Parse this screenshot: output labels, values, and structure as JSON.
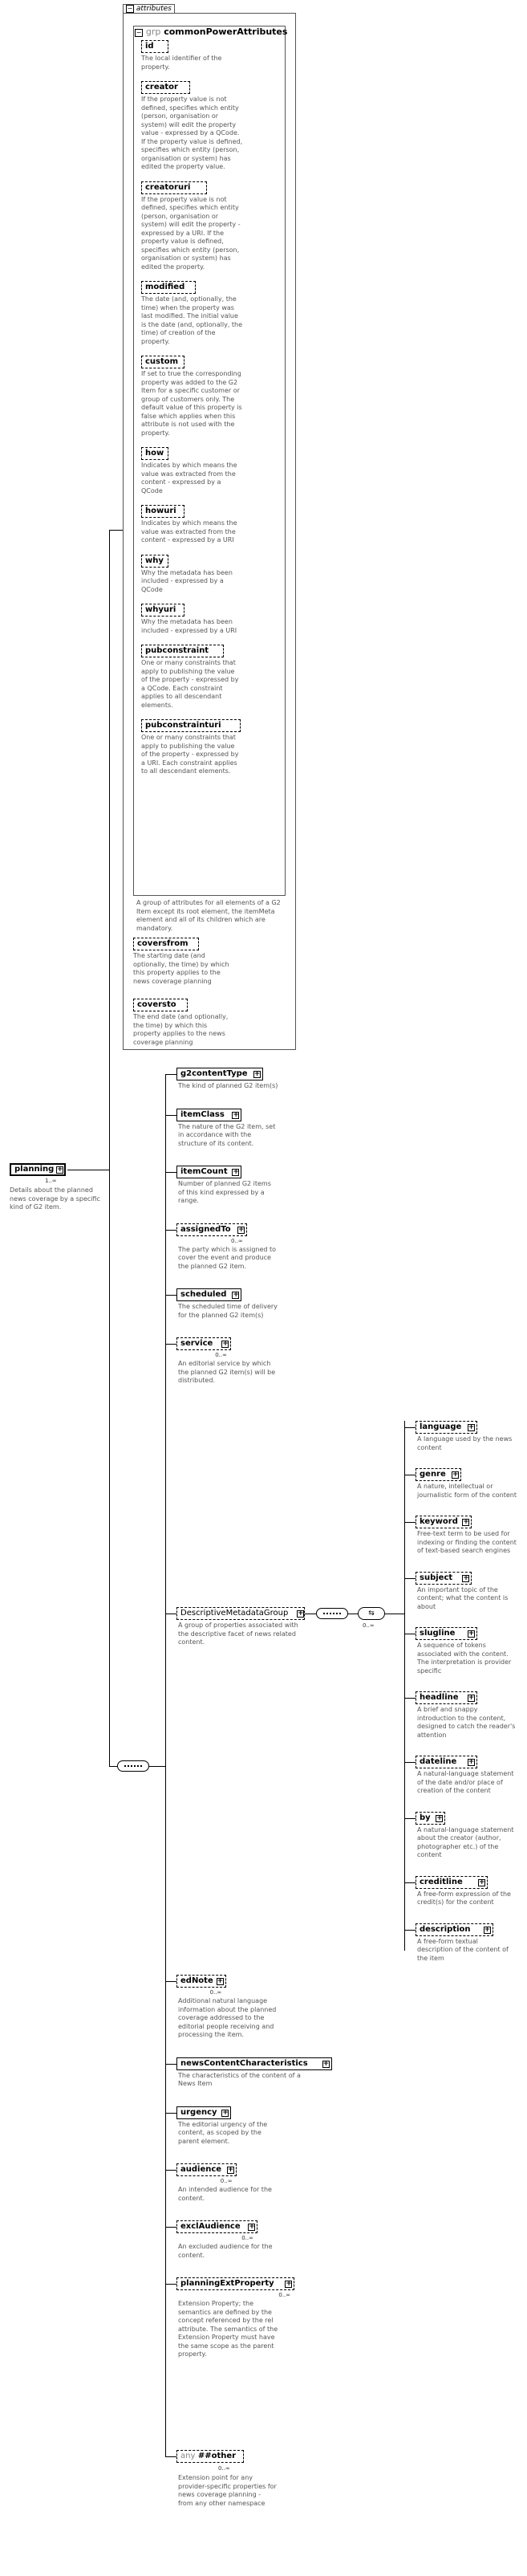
{
  "attributes_label": "attributes",
  "group": {
    "prefix": "grp",
    "name": "commonPowerAttributes",
    "description": "A group of attributes for all elements of a G2 Item except its root element, the itemMeta element and all of its children which are mandatory."
  },
  "attrs": [
    {
      "name": "id",
      "desc": "The local identifier of the\nproperty."
    },
    {
      "name": "creator",
      "desc": "If the property value is not\ndefined, specifies which entity\n(person, organisation or\nsystem) will edit the property\nvalue - expressed by a QCode.\nIf the property value is defined,\nspecifies which entity (person,\norganisation or system) has\nedited the property value."
    },
    {
      "name": "creatoruri",
      "desc": "If the property value is not\ndefined, specifies which entity\n(person, organisation or\nsystem) will edit the property -\nexpressed by a URI. If the\nproperty value is defined,\nspecifies which entity (person,\norganisation or system) has\nedited the property."
    },
    {
      "name": "modified",
      "desc": "The date (and, optionally, the\ntime) when the property was\nlast modified. The initial value\nis the date (and, optionally, the\ntime) of creation of the\nproperty."
    },
    {
      "name": "custom",
      "desc": "If set to true the corresponding\nproperty was added to the G2\nItem for a specific customer or\ngroup of customers only. The\ndefault value of this property is\nfalse which applies when this\nattribute is not used with the\nproperty."
    },
    {
      "name": "how",
      "desc": "Indicates by which means the\nvalue was extracted from the\ncontent - expressed by a\nQCode"
    },
    {
      "name": "howuri",
      "desc": "Indicates by which means the\nvalue was extracted from the\ncontent - expressed by a URI"
    },
    {
      "name": "why",
      "desc": "Why the metadata has been\nincluded - expressed by a\nQCode"
    },
    {
      "name": "whyuri",
      "desc": "Why the metadata has been\nincluded - expressed by a URI"
    },
    {
      "name": "pubconstraint",
      "desc": "One or many constraints that\napply to publishing the value\nof the property - expressed by\na QCode. Each constraint\napplies to all descendant\nelements."
    },
    {
      "name": "pubconstrainturi",
      "desc": "One or many constraints that\napply to publishing the value\nof the property - expressed by\na URI. Each constraint applies\nto all descendant elements."
    }
  ],
  "extra_attrs": [
    {
      "name": "coversfrom",
      "desc": "The starting date (and\noptionally, the time) by which\nthis property applies to the\nnews coverage planning"
    },
    {
      "name": "coversto",
      "desc": "The end date (and optionally,\nthe time) by which this\nproperty applies to the news\ncoverage planning"
    }
  ],
  "root": {
    "name": "planning",
    "cardinality": "1..∞",
    "desc": "Details about the planned\nnews coverage by a specific\nkind of G2 item."
  },
  "children": [
    {
      "name": "g2contentType",
      "card": "",
      "desc": "The kind of planned G2 item(s)"
    },
    {
      "name": "itemClass",
      "card": "",
      "desc": "The nature of the G2 item, set\nin accordance with the\nstructure of its content."
    },
    {
      "name": "itemCount",
      "card": "",
      "desc": "Number of planned G2 items\nof this kind expressed by a\nrange."
    },
    {
      "name": "assignedTo",
      "card": "0..∞",
      "desc": "The party which is assigned to\ncover the event and produce\nthe planned G2 item."
    },
    {
      "name": "scheduled",
      "card": "",
      "desc": "The scheduled time of delivery\nfor the planned G2 item(s)"
    },
    {
      "name": "service",
      "card": "0..∞",
      "desc": "An editorial service by which\nthe planned G2 item(s) will be\ndistributed."
    }
  ],
  "desc_group": {
    "name": "DescriptiveMetadataGroup",
    "desc": "A group of properties associated with\nthe descriptive facet of news related\ncontent.",
    "choice_card": "0..∞"
  },
  "desc_children": [
    {
      "name": "language",
      "desc": "A language used by the news\ncontent"
    },
    {
      "name": "genre",
      "desc": "A nature, intellectual or\njournalistic form of the content"
    },
    {
      "name": "keyword",
      "desc": "Free-text term to be used for\nindexing or finding the content\nof text-based search engines"
    },
    {
      "name": "subject",
      "desc": "An important topic of the\ncontent; what the content is\nabout"
    },
    {
      "name": "slugline",
      "desc": "A sequence of tokens\nassociated with the content.\nThe interpretation is provider\nspecific"
    },
    {
      "name": "headline",
      "desc": "A brief and snappy\nintroduction to the content,\ndesigned to catch the reader's\nattention"
    },
    {
      "name": "dateline",
      "desc": "A natural-language statement\nof the date and/or place of\ncreation of the content"
    },
    {
      "name": "by",
      "desc": "A natural-language statement\nabout the creator (author,\nphotographer etc.) of the\ncontent"
    },
    {
      "name": "creditline",
      "desc": "A free-form expression of the\ncredit(s) for the content"
    },
    {
      "name": "description",
      "desc": "A free-form textual\ndescription of the content of\nthe item"
    }
  ],
  "tail_children": [
    {
      "name": "edNote",
      "card": "0..∞",
      "desc": "Additional natural language\ninformation about the planned\ncoverage addressed to the\neditorial people receiving and\nprocessing the item."
    },
    {
      "name": "newsContentCharacteristics",
      "card": "",
      "desc": "The characteristics of the content of a\nNews Item"
    },
    {
      "name": "urgency",
      "card": "",
      "desc": "The editorial urgency of the\ncontent, as scoped by the\nparent element."
    },
    {
      "name": "audience",
      "card": "0..∞",
      "desc": "An intended audience for the\ncontent."
    },
    {
      "name": "exclAudience",
      "card": "0..∞",
      "desc": "An excluded audience for the\ncontent."
    },
    {
      "name": "planningExtProperty",
      "card": "0..∞",
      "desc": "Extension Property; the\nsemantics are defined by the\nconcept referenced by the rel\nattribute. The semantics of the\nExtension Property must have\nthe same scope as the parent\nproperty."
    }
  ],
  "any_other": {
    "prefix": "any",
    "name": "##other",
    "card": "0..∞",
    "desc": "Extension point for any\nprovider-specific properties for\nnews coverage planning -\nfrom any other namespace"
  }
}
